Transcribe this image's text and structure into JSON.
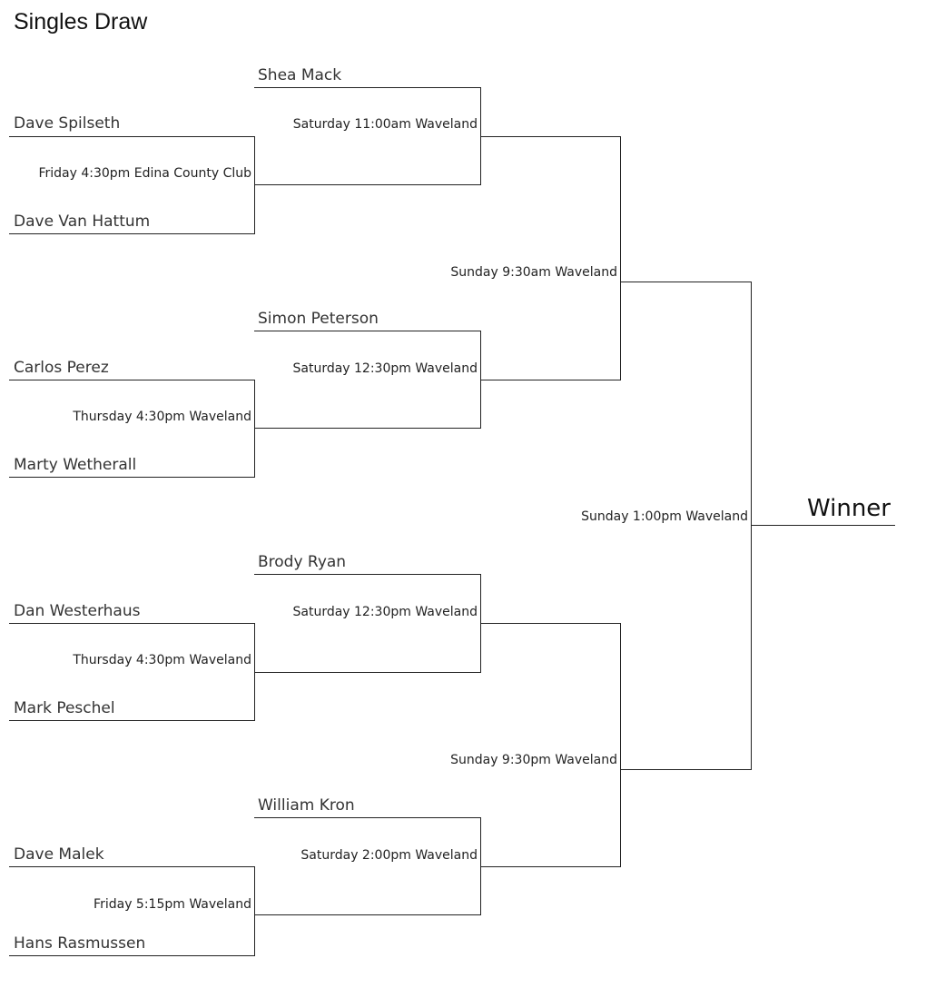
{
  "title": "Singles Draw",
  "round1": {
    "players": [
      "Dave Spilseth",
      "Dave Van Hattum",
      "Carlos Perez",
      "Marty Wetherall",
      "Dan Westerhaus",
      "Mark Peschel",
      "Dave Malek",
      "Hans Rasmussen"
    ],
    "matches": [
      "Friday 4:30pm Edina County Club",
      "Thursday 4:30pm Waveland",
      "Thursday 4:30pm Waveland",
      "Friday 5:15pm Waveland"
    ]
  },
  "round2": {
    "seeds": [
      "Shea Mack",
      "Simon Peterson",
      "Brody Ryan",
      "William Kron"
    ],
    "matches": [
      "Saturday 11:00am Waveland",
      "Saturday 12:30pm Waveland",
      "Saturday 12:30pm Waveland",
      "Saturday 2:00pm Waveland"
    ]
  },
  "semifinals": {
    "matches": [
      "Sunday 9:30am Waveland",
      "Sunday 9:30pm Waveland"
    ]
  },
  "final": {
    "match": "Sunday 1:00pm Waveland",
    "winner_label": "Winner"
  }
}
